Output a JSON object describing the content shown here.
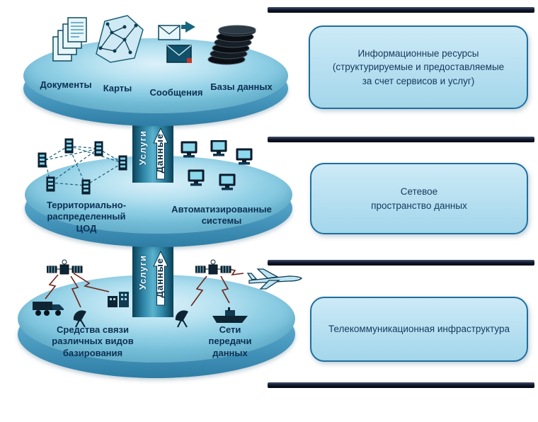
{
  "connector": {
    "services": "Услуги",
    "data": "Данные"
  },
  "layers": {
    "resources": {
      "items": [
        {
          "label": "Документы"
        },
        {
          "label": "Карты"
        },
        {
          "label": "Сообщения"
        },
        {
          "label": "Базы данных"
        }
      ]
    },
    "network": {
      "left_label": "Территориально-\nраспределенный\nЦОД",
      "right_label": "Автоматизированные\nсистемы"
    },
    "telecom": {
      "left_label": "Средства связи\nразличных видов\nбазирования",
      "right_label": "Сети\nпередачи\nданных"
    }
  },
  "callouts": {
    "resources": "Информационные ресурсы\n(структурируемые и предоставляемые\nза счет сервисов и услуг)",
    "network": "Сетевое\nпространство данных",
    "telecom": "Телекоммуникационная инфраструктура"
  }
}
